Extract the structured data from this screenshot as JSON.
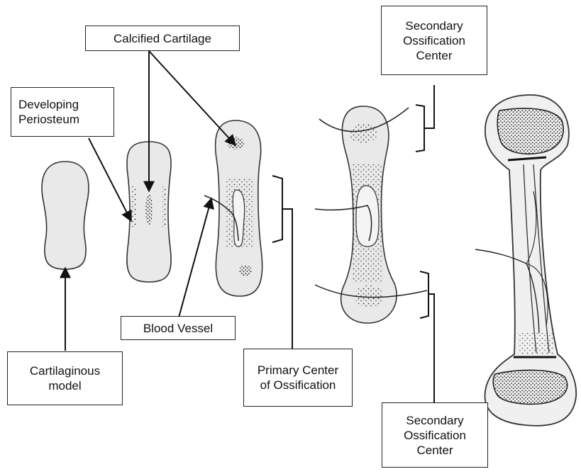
{
  "labels": {
    "calcified_cartilage": "Calcified Cartilage",
    "developing_periosteum": [
      "Developing",
      "Periosteum"
    ],
    "secondary_top": [
      "Secondary",
      "Ossification",
      "Center"
    ],
    "blood_vessel": "Blood Vessel",
    "cartilaginous_model": [
      "Cartilaginous",
      "model"
    ],
    "primary_center": [
      "Primary Center",
      "of Ossification"
    ],
    "secondary_bottom": [
      "Secondary",
      "Ossification",
      "Center"
    ]
  },
  "colors": {
    "ink": "#222222",
    "bone_fill": "#eeeeee",
    "dots": "#333333"
  }
}
